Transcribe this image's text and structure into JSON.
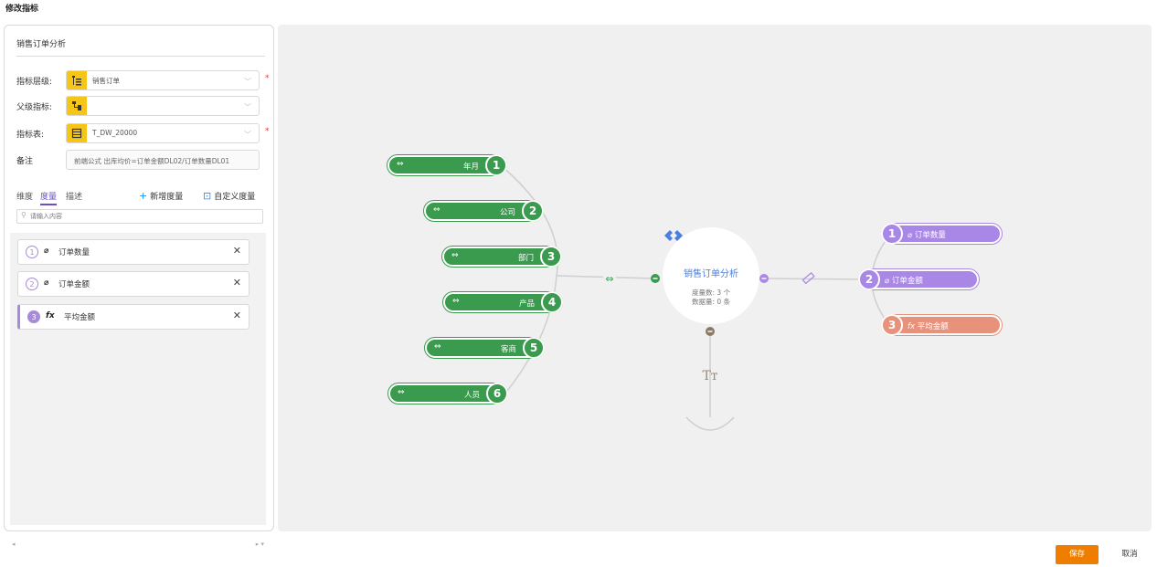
{
  "page": {
    "title": "修改指标"
  },
  "panel": {
    "heading": "销售订单分析",
    "fields": {
      "level_label": "指标层级:",
      "level_value": "销售订单",
      "parent_label": "父级指标:",
      "parent_value": "",
      "table_label": "指标表:",
      "table_value": "T_DW_20000",
      "note_label": "备注",
      "note_value": "前端公式 出库均价=订单金额DL02/订单数量DL01",
      "required_mark": "*"
    },
    "tabs": [
      {
        "label": "维度",
        "active": false
      },
      {
        "label": "度量",
        "active": true
      },
      {
        "label": "描述",
        "active": false
      }
    ],
    "actions": {
      "add_measure": "新增度量",
      "custom_measure": "自定义度量"
    },
    "search": {
      "placeholder": "请输入内容",
      "value": ""
    },
    "measures": [
      {
        "num": "1",
        "type_icon": "ruler-icon",
        "label": "订单数量"
      },
      {
        "num": "2",
        "type_icon": "ruler-icon",
        "label": "订单金额"
      },
      {
        "num": "3",
        "type_icon": "fx-icon",
        "label": "平均金额"
      }
    ]
  },
  "canvas": {
    "center": {
      "title": "销售订单分析",
      "measure_count": "度量数: 3 个",
      "data_count": "数据量: 0 条"
    },
    "dimensions": [
      {
        "num": "1",
        "label": "年月"
      },
      {
        "num": "2",
        "label": "公司"
      },
      {
        "num": "3",
        "label": "部门"
      },
      {
        "num": "4",
        "label": "产品"
      },
      {
        "num": "5",
        "label": "客商"
      },
      {
        "num": "6",
        "label": "人员"
      }
    ],
    "measures": [
      {
        "num": "1",
        "label": "订单数量",
        "color": "#a987e6"
      },
      {
        "num": "2",
        "label": "订单金额",
        "color": "#a987e6"
      },
      {
        "num": "3",
        "label": "平均金额",
        "color": "#e8927c"
      }
    ],
    "colors": {
      "dimension": "#3a9b4e",
      "measure": "#a987e6",
      "calc_measure": "#e8927c",
      "center_text": "#4a7fe0"
    }
  },
  "footer": {
    "save": "保存",
    "cancel": "取消"
  }
}
